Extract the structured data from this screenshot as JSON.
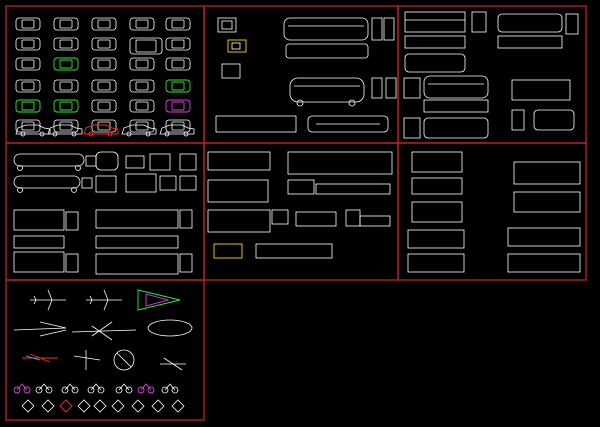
{
  "canvas": {
    "background": "#000000"
  },
  "frame_color": "#c0202a",
  "line_color": "#ffffff",
  "accent_colors": {
    "green": "#2ee82e",
    "magenta": "#e040e0",
    "red": "#ff2a2a",
    "yellow": "#ffd400",
    "cyan": "#22d3ee"
  },
  "panels": [
    {
      "id": "cars-top-view",
      "icon": "car-icon"
    },
    {
      "id": "buses-top-and-side",
      "icon": "bus-icon"
    },
    {
      "id": "buses-coaches",
      "icon": "coach-icon"
    },
    {
      "id": "tankers-trucks",
      "icon": "tanker-truck-icon"
    },
    {
      "id": "trailers-flatbeds",
      "icon": "trailer-icon"
    },
    {
      "id": "box-trucks-dumpers",
      "icon": "box-truck-icon"
    },
    {
      "id": "aircraft-motorcycles",
      "icon": "airplane-icon"
    }
  ]
}
